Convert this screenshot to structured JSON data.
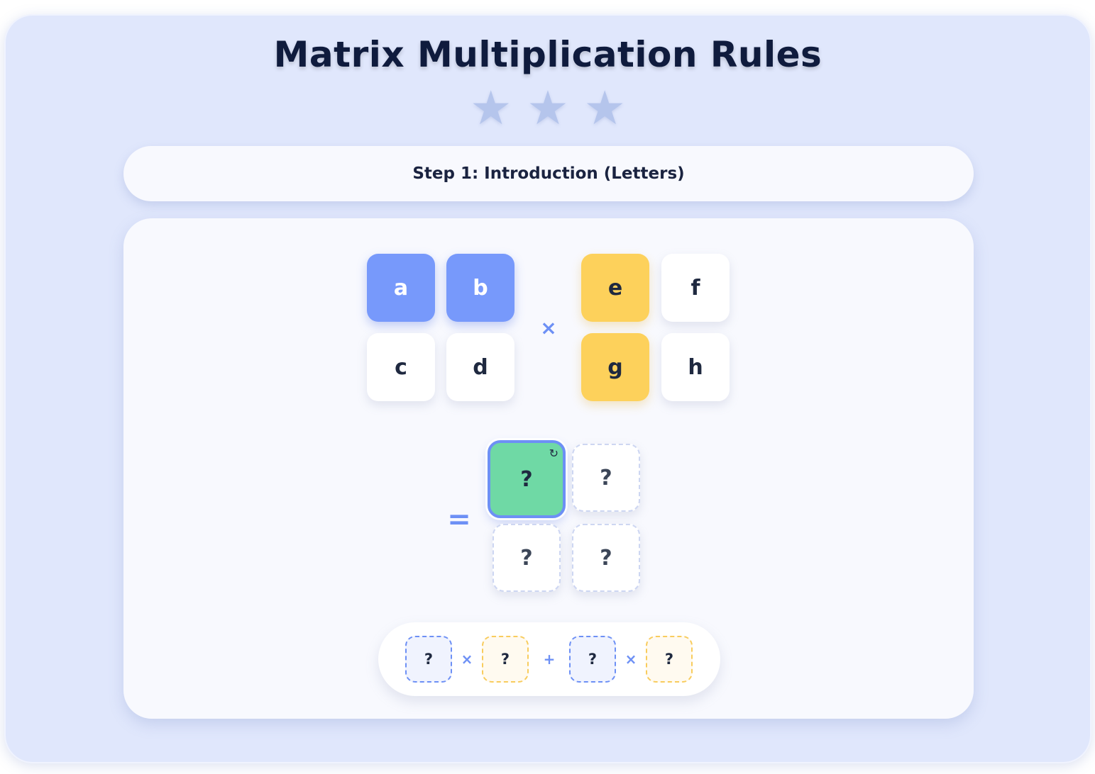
{
  "title": "Matrix Multiplication Rules",
  "stars": [
    "★",
    "★",
    "★"
  ],
  "step": "Step 1: Introduction (Letters)",
  "matrix_a": [
    "a",
    "b",
    "c",
    "d"
  ],
  "matrix_b": [
    "e",
    "f",
    "g",
    "h"
  ],
  "multiply_symbol": "×",
  "equals_symbol": "=",
  "result": [
    "?",
    "?",
    "?",
    "?"
  ],
  "reset_symbol": "↻",
  "formula": {
    "slots": [
      "?",
      "?",
      "?",
      "?"
    ],
    "times_1": "×",
    "plus": "+",
    "times_2": "×"
  },
  "colors": {
    "row_highlight": "#7799fb",
    "column_highlight": "#fdd15b",
    "active_result": "#6fd9a5",
    "accent": "#6d90f5"
  }
}
